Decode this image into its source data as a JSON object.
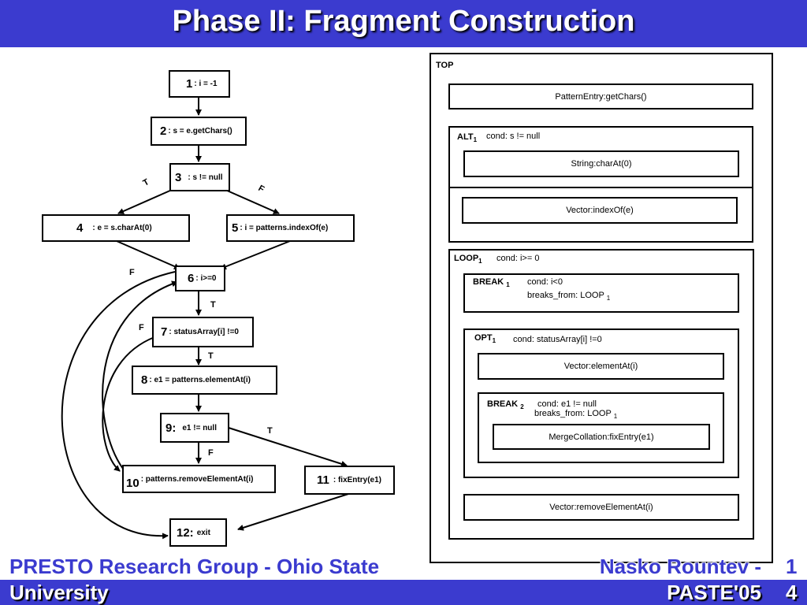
{
  "slide": {
    "title": "Phase II: Fragment Construction",
    "footer_left_line1": "PRESTO Research Group - Ohio State",
    "footer_left_line2": "University",
    "footer_right_line1": "Nasko Rountev -",
    "footer_right_line2": "PASTE'05",
    "page_num_line1": "1",
    "page_num_line2": "4"
  },
  "cfg": {
    "nodes": [
      {
        "num": "1",
        "label": ": i = -1"
      },
      {
        "num": "2",
        "label": ": s = e.getChars()"
      },
      {
        "num": "3",
        "label": ": s != null"
      },
      {
        "num": "4",
        "label": ": e = s.charAt(0)"
      },
      {
        "num": "5",
        "label": ": i = patterns.indexOf(e)"
      },
      {
        "num": "6",
        "label": ": i>=0"
      },
      {
        "num": "7",
        "label": ": statusArray[i]  !=0"
      },
      {
        "num": "8",
        "label": ": e1 = patterns.elementAt(i)"
      },
      {
        "num": "9:",
        "label": "e1 != null"
      },
      {
        "num": "10",
        "label": ": patterns.removeElementAt(i)"
      },
      {
        "num": "11",
        "label": ": fixEntry(e1)"
      },
      {
        "num": "12:",
        "label": "exit"
      }
    ],
    "edge_labels": {
      "t": "T",
      "f": "F"
    }
  },
  "fragments": {
    "top_label": "TOP",
    "pattern_entry": "PatternEntry:getChars()",
    "alt_label": "ALT",
    "alt_sub": "1",
    "alt_cond": "cond:  s != null",
    "string_charat": "String:charAt(0)",
    "vector_indexof": "Vector:indexOf(e)",
    "loop_label": "LOOP",
    "loop_sub": "1",
    "loop_cond": "cond:  i>= 0",
    "break1_label": "BREAK",
    "break1_sub": "1",
    "break1_cond": "cond:  i<0",
    "break1_from": "breaks_from: LOOP",
    "break1_from_sub": "1",
    "opt_label": "OPT",
    "opt_sub": "1",
    "opt_cond": "cond:  statusArray[i] !=0",
    "vector_elementat": "Vector:elementAt(i)",
    "break2_label": "BREAK",
    "break2_sub": "2",
    "break2_cond": "cond:  e1 != null",
    "break2_from": "breaks_from: LOOP",
    "break2_from_sub": "1",
    "merge_fix": "MergeCollation:fixEntry(e1)",
    "vector_remove": "Vector:removeElementAt(i)"
  }
}
